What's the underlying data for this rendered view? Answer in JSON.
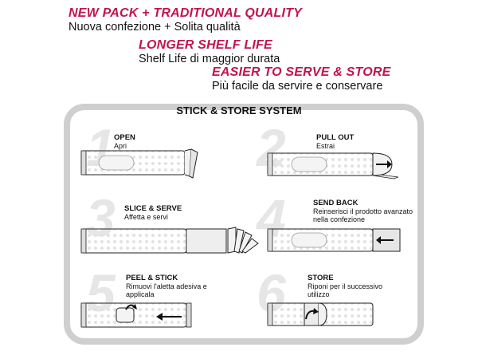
{
  "headlines": [
    {
      "title": "NEW PACK + TRADITIONAL QUALITY",
      "subtitle": "Nuova confezione + Solita qualità"
    },
    {
      "title": "LONGER SHELF LIFE",
      "subtitle": "Shelf Life di maggior durata"
    },
    {
      "title": "EASIER TO SERVE & STORE",
      "subtitle": "Più facile da servire e conservare"
    }
  ],
  "panel": {
    "title": "STICK & STORE SYSTEM",
    "steps": [
      {
        "number": "1",
        "title": "OPEN",
        "desc": "Apri"
      },
      {
        "number": "2",
        "title": "PULL OUT",
        "desc": "Estrai"
      },
      {
        "number": "3",
        "title": "SLICE & SERVE",
        "desc": "Affetta e servi"
      },
      {
        "number": "4",
        "title": "SEND BACK",
        "desc": "Reinserisci il prodotto avanzato nella confezione"
      },
      {
        "number": "5",
        "title": "PEEL & STICK",
        "desc": "Rimuovi l'aletta adesiva e applicala"
      },
      {
        "number": "6",
        "title": "STORE",
        "desc": "Riponi per il successivo utilizzo"
      }
    ]
  },
  "colors": {
    "accent": "#c2144e",
    "frame": "#cfcfcf",
    "numerals": "#e6e6e6"
  },
  "icons": [
    "arrow-right-icon",
    "arrow-left-icon",
    "curved-arrow-icon"
  ]
}
